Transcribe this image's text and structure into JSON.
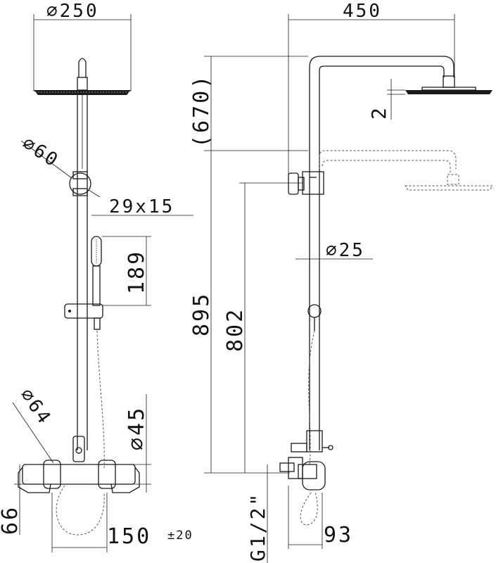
{
  "front_view": {
    "dim_head_diameter": "⌀250",
    "dim_holder_diameter": "⌀60",
    "dim_handshower_head": "29x15",
    "dim_handshower_length": "189",
    "dim_mixer_knob_diameter": "⌀64",
    "dim_bar_offset": "⌀45",
    "dim_height_low": "66",
    "dim_centers": "150",
    "dim_centers_tol": "±20"
  },
  "side_view": {
    "dim_arm_reach": "450",
    "dim_arm_height": "(670)",
    "dim_head_thickness": "2",
    "dim_pipe_diameter": "⌀25",
    "dim_total_height": "895",
    "dim_slider_height": "802",
    "dim_thread": "G1/2\"",
    "dim_wall_offset": "93"
  }
}
